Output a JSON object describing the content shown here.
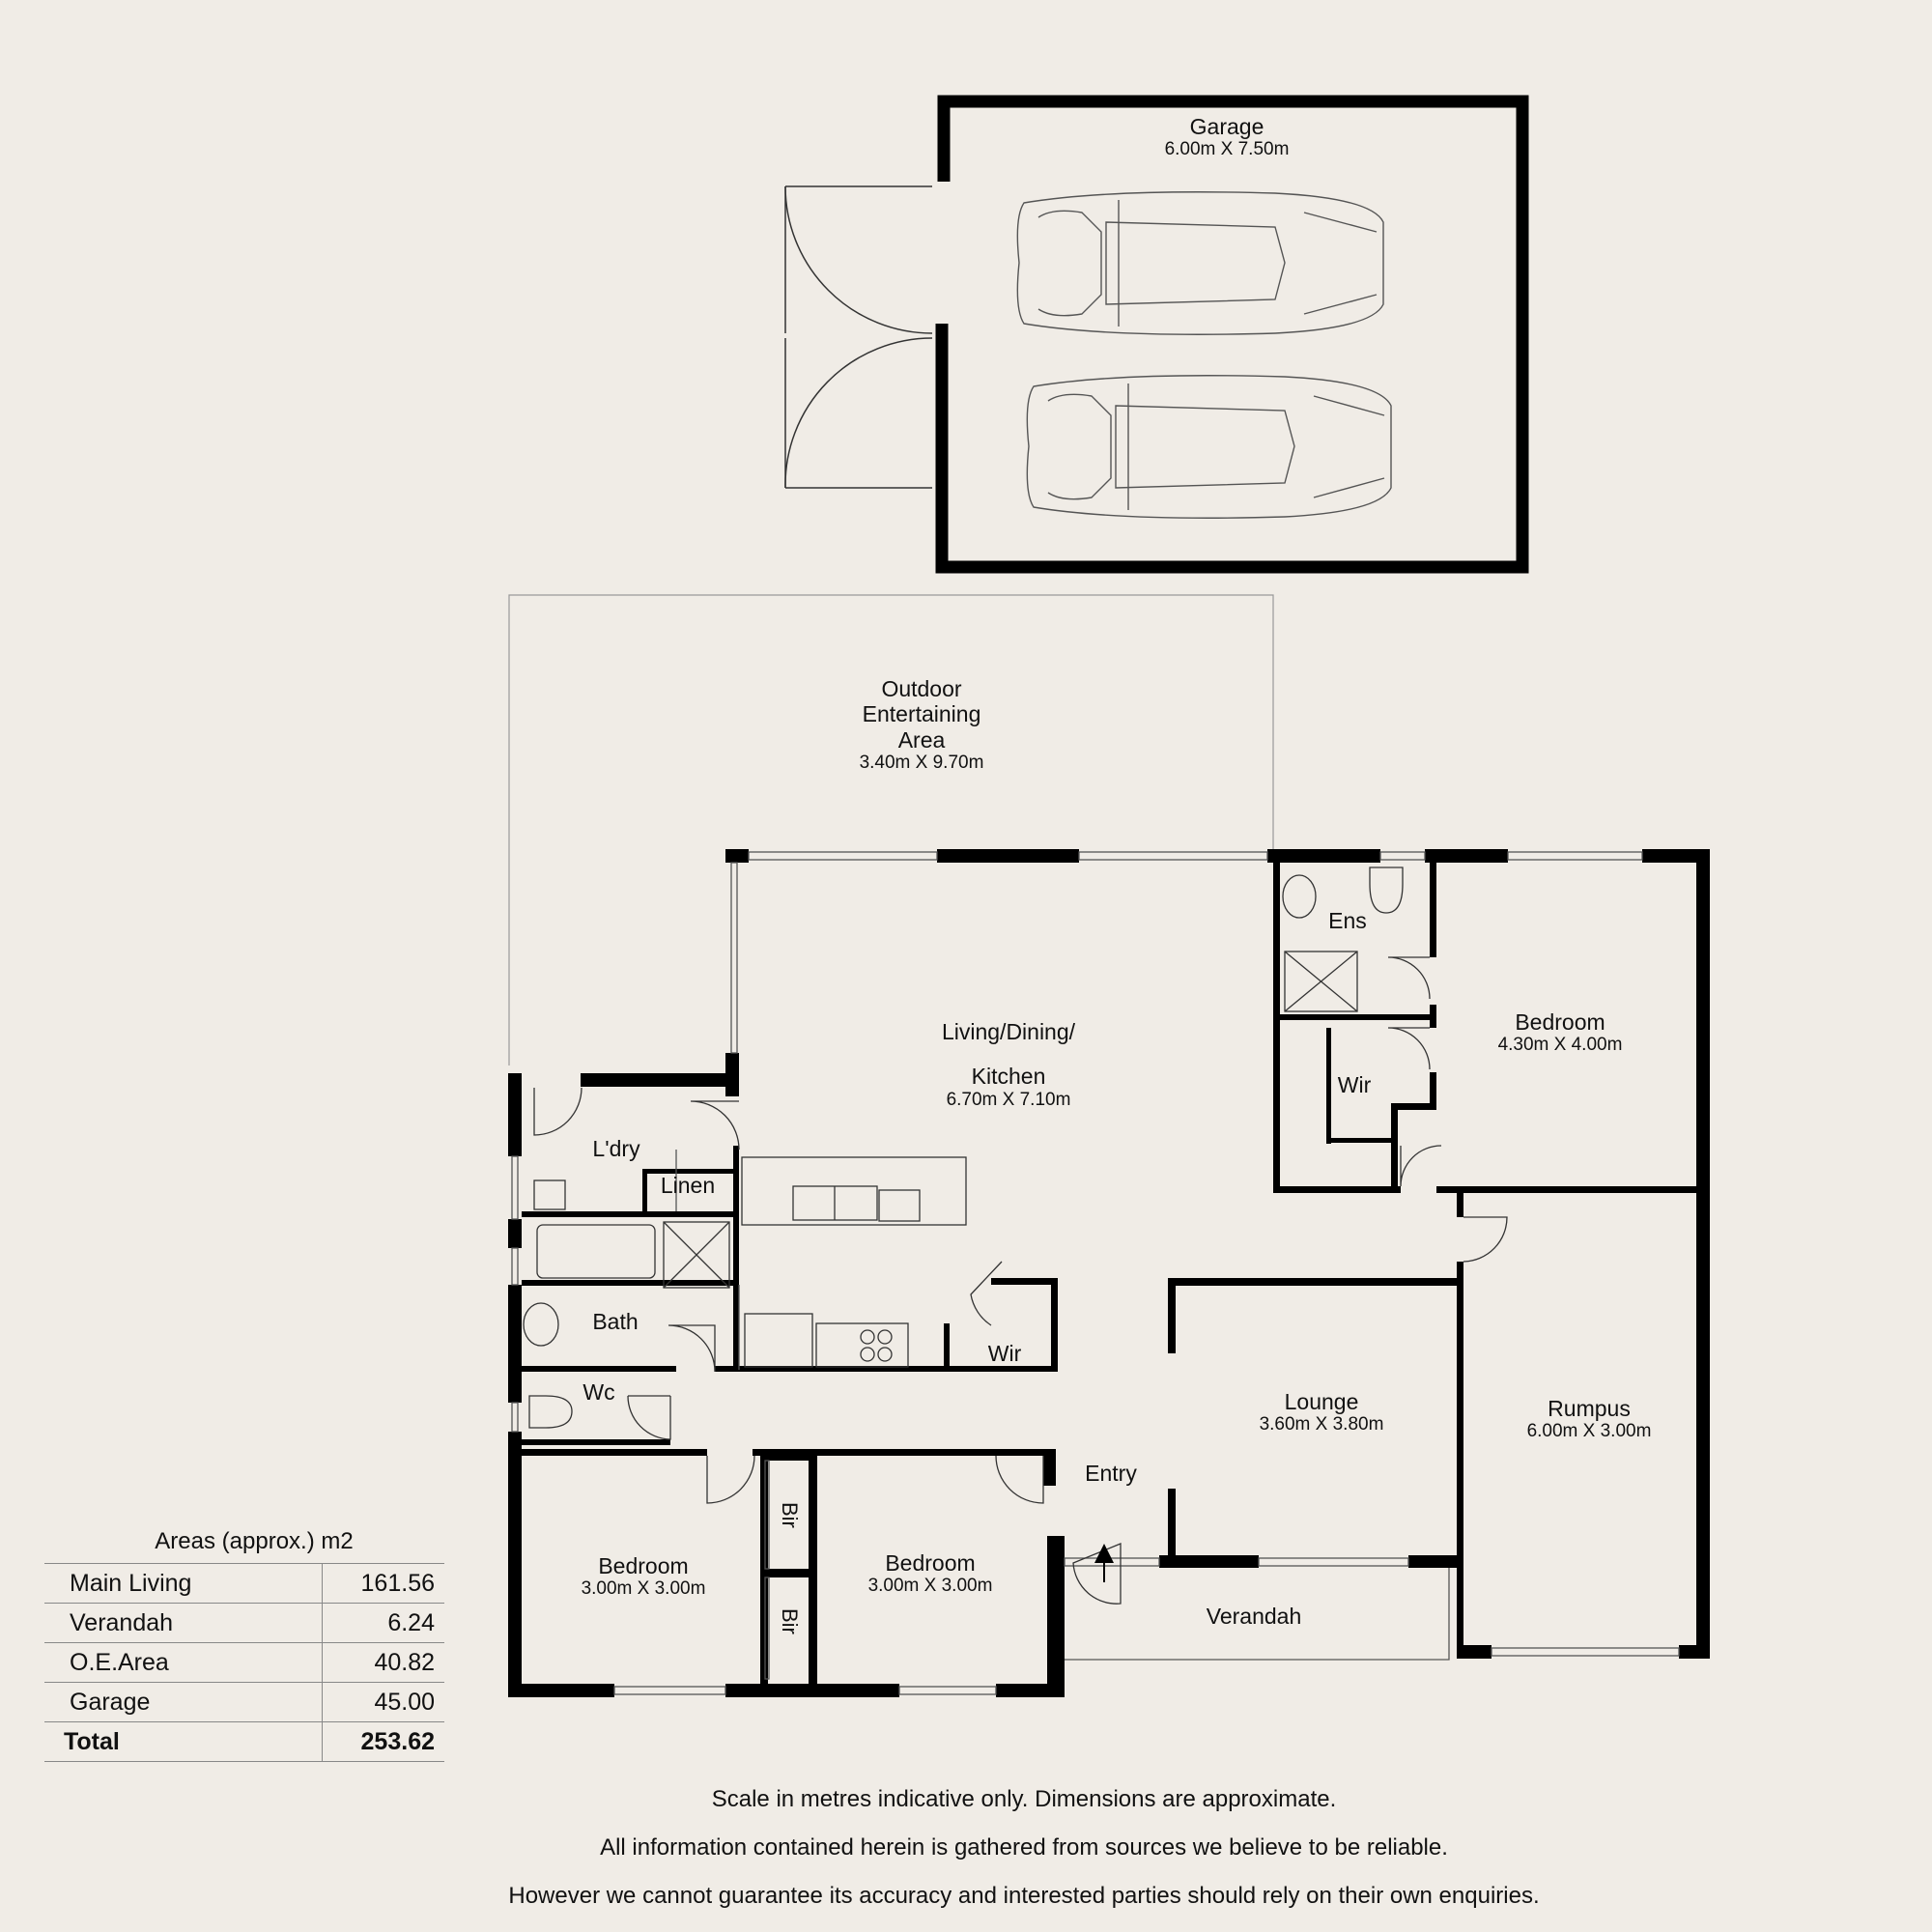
{
  "rooms": {
    "garage": {
      "name": "Garage",
      "dims": "6.00m X 7.50m"
    },
    "outdoor": {
      "name1": "Outdoor",
      "name2": "Entertaining",
      "name3": "Area",
      "dims": "3.40m X 9.70m"
    },
    "living": {
      "name1": "Living/Dining/",
      "name2": "Kitchen",
      "dims": "6.70m X 7.10m"
    },
    "ens": {
      "name": "Ens"
    },
    "master_bed": {
      "name": "Bedroom",
      "dims": "4.30m X 4.00m"
    },
    "wir_master": {
      "name": "Wir"
    },
    "laundry": {
      "name": "L'dry"
    },
    "linen": {
      "name": "Linen"
    },
    "bath": {
      "name": "Bath"
    },
    "wc": {
      "name": "Wc"
    },
    "wir_kitchen": {
      "name": "Wir"
    },
    "lounge": {
      "name": "Lounge",
      "dims": "3.60m X 3.80m"
    },
    "rumpus": {
      "name": "Rumpus",
      "dims": "6.00m X 3.00m"
    },
    "entry": {
      "name": "Entry"
    },
    "bed2": {
      "name": "Bedroom",
      "dims": "3.00m X 3.00m"
    },
    "bed3": {
      "name": "Bedroom",
      "dims": "3.00m X 3.00m"
    },
    "bir1": {
      "name": "Bir"
    },
    "bir2": {
      "name": "Bir"
    },
    "verandah": {
      "name": "Verandah"
    }
  },
  "areas": {
    "title": "Areas (approx.) m2",
    "rows": [
      {
        "label": "Main Living",
        "value": "161.56"
      },
      {
        "label": "Verandah",
        "value": "6.24"
      },
      {
        "label": "O.E.Area",
        "value": "40.82"
      },
      {
        "label": "Garage",
        "value": "45.00"
      }
    ],
    "total_label": "Total",
    "total_value": "253.62"
  },
  "footer": {
    "line1": "Scale in metres indicative only. Dimensions are approximate.",
    "line2": "All information contained herein is gathered from sources we believe to be reliable.",
    "line3": "However we cannot guarantee its accuracy and interested parties should rely on their own enquiries."
  }
}
